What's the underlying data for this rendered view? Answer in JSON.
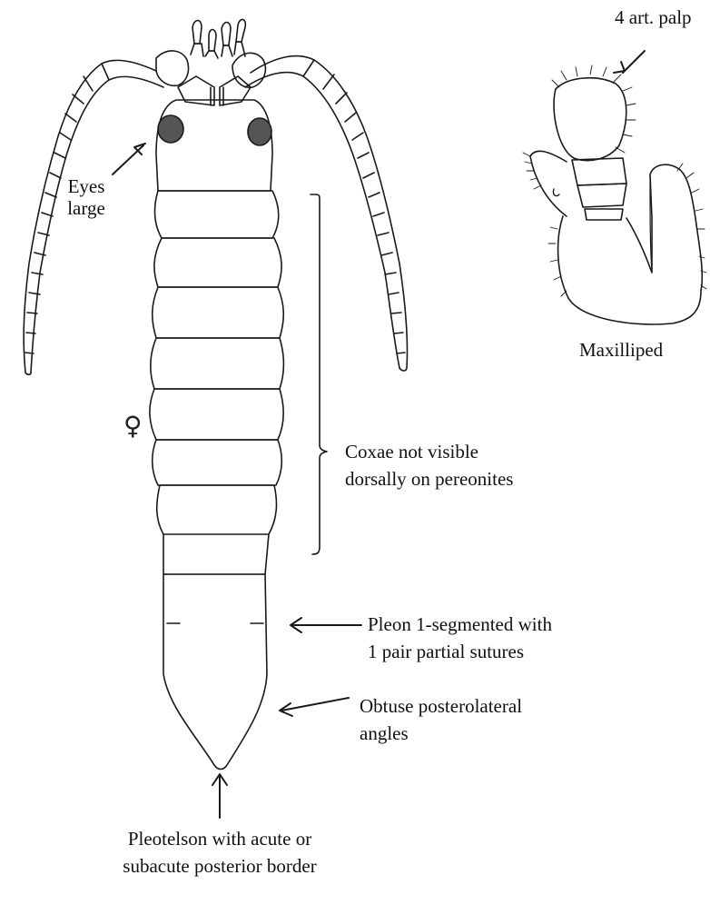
{
  "labels": {
    "palp": "4 art. palp",
    "maxilliped": "Maxilliped",
    "eyes_1": "Eyes",
    "eyes_2": "large",
    "coxae_1": "Coxae not visible",
    "coxae_2": "dorsally on pereonites",
    "pleon_1": "Pleon 1-segmented with",
    "pleon_2": "1 pair partial sutures",
    "angles_1": "Obtuse posterolateral",
    "angles_2": "angles",
    "telson_1": "Pleotelson with acute or",
    "telson_2": "subacute posterior border",
    "female_symbol": "♀"
  },
  "colors": {
    "line": "#1a1a1a",
    "eye": "#555555"
  }
}
